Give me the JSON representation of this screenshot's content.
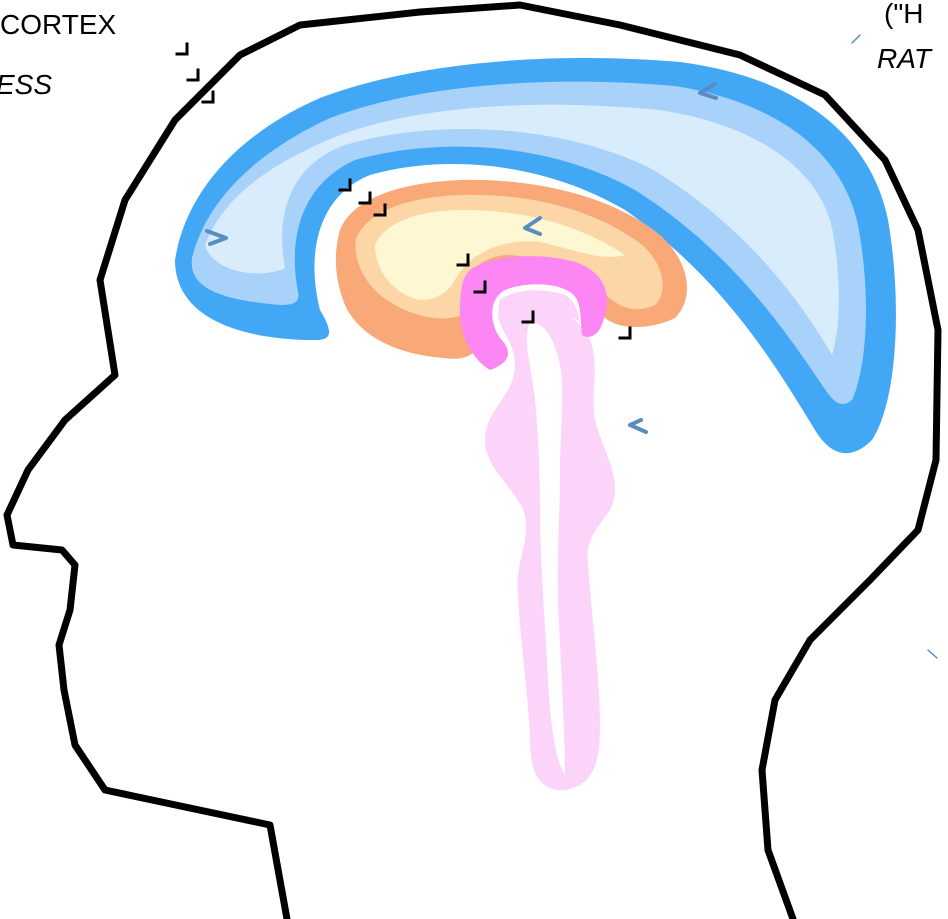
{
  "labels": {
    "cortex": "CORTEX",
    "ess": "ESS",
    "h_quote": "(\"H",
    "rat": "RAT"
  },
  "colors": {
    "outline": "#000000",
    "cortex_outer": "#42a8f6",
    "cortex_mid": "#a8d2fa",
    "cortex_inner": "#d8ecfc",
    "limbic_outer": "#f9a878",
    "limbic_mid": "#fdd6a8",
    "limbic_inner": "#fdf7d2",
    "brainstem_upper": "#fc86f4",
    "brainstem_lower": "#fcd4fa",
    "marker_arrow": "#5b8cc0"
  },
  "icons": {
    "corner_marker": "corner-marker-icon",
    "arrow_marker": "chevron-marker-icon"
  }
}
